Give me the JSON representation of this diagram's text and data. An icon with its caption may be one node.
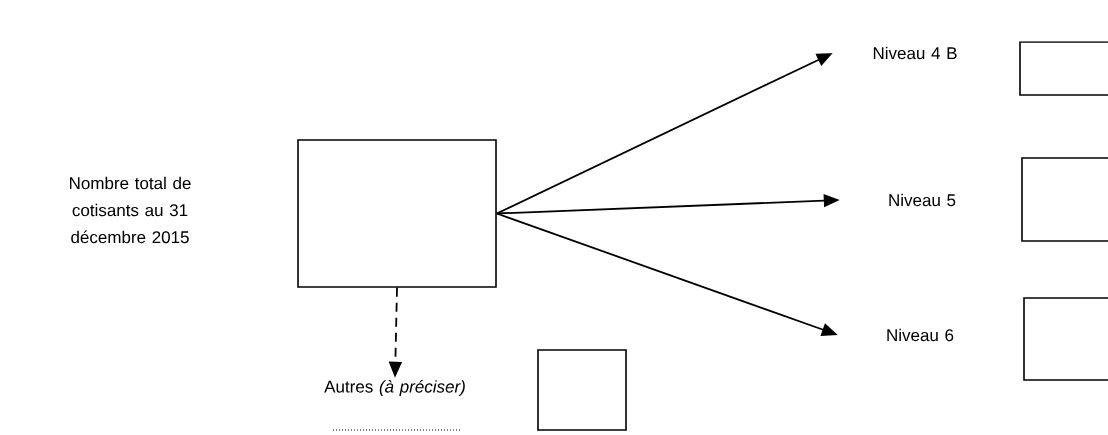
{
  "diagram": {
    "nodes": [
      {
        "text": [
          "Nombre total de cotisants au 31 décembre 2015"
        ]
      },
      {
        "text": [],
        "shape": "box"
      },
      {
        "text": [
          "Niveau 4 B"
        ]
      },
      {
        "text": [],
        "shape": "box"
      },
      {
        "text": [
          "Niveau 5"
        ]
      },
      {
        "text": [],
        "shape": "box"
      },
      {
        "text": [
          "Niveau 6"
        ]
      },
      {
        "text": [],
        "shape": "box"
      },
      {
        "text": [
          "Autres *(à préciser)*"
        ]
      },
      {
        "text": [],
        "shape": "box"
      }
    ],
    "edges": [
      {
        "from": 1,
        "to": 2,
        "arrow": "to"
      },
      {
        "from": 1,
        "to": 4,
        "arrow": "to"
      },
      {
        "from": 1,
        "to": 6,
        "arrow": "to"
      },
      {
        "from": 1,
        "to": 8,
        "arrow": "to",
        "style": "dashed"
      }
    ]
  }
}
